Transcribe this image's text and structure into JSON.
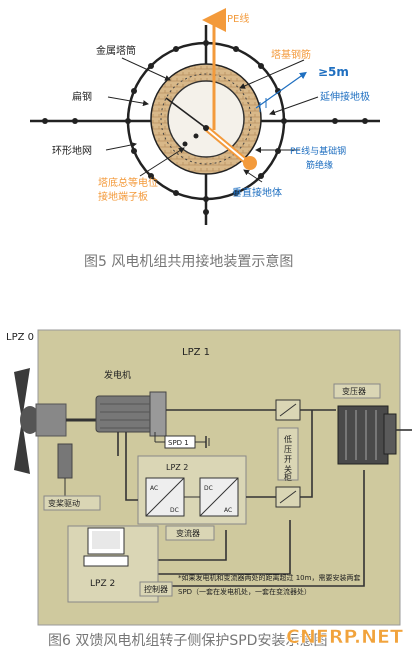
{
  "figure5": {
    "caption": "图5 风电机组共用接地装置示意图",
    "labels": {
      "pe_line": "PE线",
      "metal_tower": "金属塔筒",
      "tower_rebar": "塔基钢筋",
      "distance": "≥5m",
      "flat_steel": "扁钢",
      "extended_electrode": "延伸接地极",
      "ring_grid": "环形地网",
      "pe_insulated_1": "PE线与基础钢",
      "pe_insulated_2": "筋绝缘",
      "equipotential_1": "塔底总等电位",
      "equipotential_2": "接地端子板",
      "vertical_electrode": "垂直接地体"
    },
    "colors": {
      "orange": "#f39a3b",
      "blue": "#1f6fc0",
      "dark": "#222222",
      "ring_fill": "#d9b88a"
    }
  },
  "figure6": {
    "caption": "图6 双馈风电机组转子侧保护SPD安装示意图",
    "labels": {
      "lpz0": "LPZ 0",
      "lpz1": "LPZ 1",
      "lpz2_a": "LPZ 2",
      "lpz2_b": "LPZ 2",
      "generator": "发电机",
      "spd": "SPD 1",
      "transformer": "变压器",
      "pitch_drive": "变桨驱动",
      "converter": "变流器",
      "lv_switch": "低压开关柜",
      "controller": "控制器",
      "note_1": "*如果发电机和变流器两处的距离超过 10m，需要安装两套",
      "note_2": "SPD（一套在发电机处，一套在变流器处）",
      "ac": "AC",
      "dc": "DC"
    },
    "colors": {
      "bg": "#cfc99e",
      "box": "#dad6b5",
      "line": "#333333"
    }
  },
  "watermark": "CNFRP.NET"
}
